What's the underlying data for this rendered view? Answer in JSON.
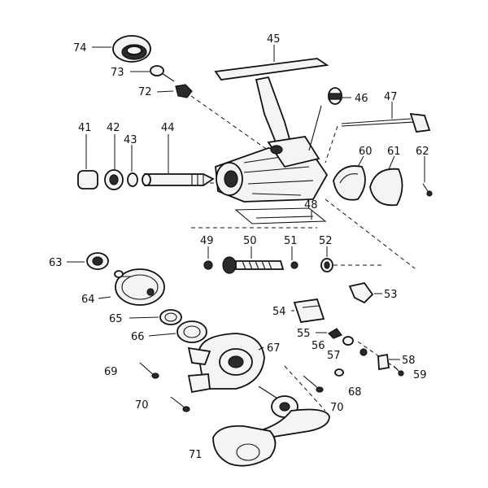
{
  "colors": {
    "ink": "#111111",
    "paper": "#ffffff"
  },
  "callouts": [
    {
      "id": "p74",
      "text": "74"
    },
    {
      "id": "p73",
      "text": "73"
    },
    {
      "id": "p72",
      "text": "72"
    },
    {
      "id": "p45",
      "text": "45"
    },
    {
      "id": "p46",
      "text": "46"
    },
    {
      "id": "p47",
      "text": "47"
    },
    {
      "id": "p41",
      "text": "41"
    },
    {
      "id": "p42",
      "text": "42"
    },
    {
      "id": "p43",
      "text": "43"
    },
    {
      "id": "p44",
      "text": "44"
    },
    {
      "id": "p60",
      "text": "60"
    },
    {
      "id": "p61",
      "text": "61"
    },
    {
      "id": "p62",
      "text": "62"
    },
    {
      "id": "p48",
      "text": "48"
    },
    {
      "id": "p49",
      "text": "49"
    },
    {
      "id": "p50",
      "text": "50"
    },
    {
      "id": "p51",
      "text": "51"
    },
    {
      "id": "p52",
      "text": "52"
    },
    {
      "id": "p63",
      "text": "63"
    },
    {
      "id": "p53",
      "text": "53"
    },
    {
      "id": "p64",
      "text": "64"
    },
    {
      "id": "p54",
      "text": "54"
    },
    {
      "id": "p65",
      "text": "65"
    },
    {
      "id": "p55",
      "text": "55"
    },
    {
      "id": "p56",
      "text": "56"
    },
    {
      "id": "p57",
      "text": "57"
    },
    {
      "id": "p66",
      "text": "66"
    },
    {
      "id": "p67",
      "text": "67"
    },
    {
      "id": "p58",
      "text": "58"
    },
    {
      "id": "p69",
      "text": "69"
    },
    {
      "id": "p59",
      "text": "59"
    },
    {
      "id": "p68",
      "text": "68"
    },
    {
      "id": "p70a",
      "text": "70"
    },
    {
      "id": "p70b",
      "text": "70"
    },
    {
      "id": "p71",
      "text": "71"
    }
  ]
}
